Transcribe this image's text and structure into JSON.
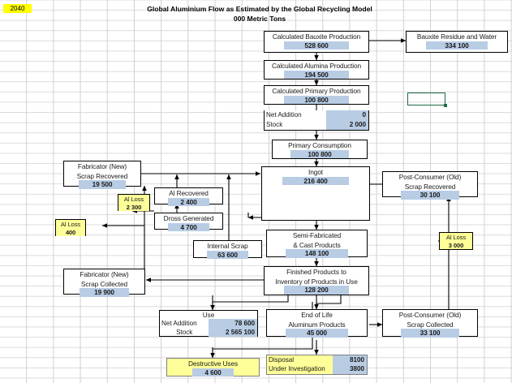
{
  "header": {
    "year": "2040",
    "title_line1": "Global Aluminium Flow as Estimated by the Global Recycling Model",
    "title_line2": "000 Metric Tons"
  },
  "colors": {
    "value_cell": "#b8cce4",
    "loss_cell": "#ffff99",
    "year_cell": "#ffff00",
    "selection_border": "#1f6b45",
    "box_border": "#000000"
  },
  "chart_data": {
    "type": "diagram",
    "title": "Global Aluminium Flow as Estimated by the Global Recycling Model",
    "subtitle": "000 Metric Tons",
    "units": "000 Metric Tons",
    "year": "2040",
    "nodes": [
      {
        "id": "bauxite_production",
        "label": "Calculated Bauxite Production",
        "value": "528 600"
      },
      {
        "id": "bauxite_residue",
        "label": "Bauxite Residue and Water",
        "value": "334 100"
      },
      {
        "id": "alumina_production",
        "label": "Calculated Alumina Production",
        "value": "194 500"
      },
      {
        "id": "primary_production",
        "label": "Calculated Primary Production",
        "value": "100 800"
      },
      {
        "id": "net_addition_primary",
        "label": "Net Addition",
        "value": "0"
      },
      {
        "id": "stock_primary",
        "label": "Stock",
        "value": "2 000"
      },
      {
        "id": "primary_consumption",
        "label": "Primary Consumption",
        "value": "100 800"
      },
      {
        "id": "ingot",
        "label": "Ingot",
        "value": "216 400"
      },
      {
        "id": "fabricator_new_scrap_recovered",
        "label": "Fabricator (New) Scrap Recovered",
        "line1": "Fabricator (New)",
        "line2": "Scrap Recovered",
        "value": "19 500"
      },
      {
        "id": "al_recovered",
        "label": "Al Recovered",
        "value": "2 400"
      },
      {
        "id": "dross_generated",
        "label": "Dross Generated",
        "value": "4 700"
      },
      {
        "id": "al_loss_dross",
        "label": "Al Loss",
        "value": "2 300"
      },
      {
        "id": "al_loss_fabricator",
        "label": "Al Loss",
        "value": "400"
      },
      {
        "id": "post_consumer_scrap_recovered",
        "label": "Post-Consumer (Old) Scrap Recovered",
        "line1": "Post-Consumer (Old)",
        "line2": "Scrap Recovered",
        "value": "30 100"
      },
      {
        "id": "al_loss_post_consumer",
        "label": "Al Loss",
        "value": "3 000"
      },
      {
        "id": "semi_fabricated",
        "label": "Semi-Fabricated & Cast Products",
        "line1": "Semi-Fabricated",
        "line2": "& Cast Products",
        "value": "148 100"
      },
      {
        "id": "internal_scrap",
        "label": "Internal Scrap",
        "value": "63 600"
      },
      {
        "id": "fabricator_new_scrap_collected",
        "label": "Fabricator (New) Scrap Collected",
        "line1": "Fabricator (New)",
        "line2": "Scrap Collected",
        "value": "19 900"
      },
      {
        "id": "finished_products",
        "label": "Finished Products to Inventory of Products in Use",
        "line1": "Finished Products to",
        "line2": "Inventory of Products in Use",
        "value": "128 200"
      },
      {
        "id": "use",
        "label": "Use",
        "net_addition_label": "Net Addition",
        "net_addition_value": "78 600",
        "stock_label": "Stock",
        "stock_value": "2 565 100"
      },
      {
        "id": "end_of_life",
        "label": "End of Life Aluminum Products",
        "line1": "End of Life",
        "line2": "Aluminum Products",
        "value": "45 000"
      },
      {
        "id": "post_consumer_scrap_collected",
        "label": "Post-Consumer (Old) Scrap Collected",
        "line1": "Post-Consumer (Old)",
        "line2": "Scrap Collected",
        "value": "33 100"
      },
      {
        "id": "destructive_uses",
        "label": "Destructive Uses",
        "value": "4 600"
      },
      {
        "id": "disposal",
        "label": "Disposal",
        "value": "8100"
      },
      {
        "id": "under_investigation",
        "label": "Under Investigation",
        "value": "3800"
      }
    ],
    "edges": [
      {
        "from": "bauxite_production",
        "to": "bauxite_residue"
      },
      {
        "from": "bauxite_production",
        "to": "alumina_production"
      },
      {
        "from": "alumina_production",
        "to": "primary_production"
      },
      {
        "from": "primary_production",
        "to": "primary_consumption"
      },
      {
        "from": "primary_consumption",
        "to": "ingot"
      },
      {
        "from": "fabricator_new_scrap_recovered",
        "to": "ingot"
      },
      {
        "from": "al_recovered",
        "to": "ingot"
      },
      {
        "from": "internal_scrap",
        "to": "ingot"
      },
      {
        "from": "post_consumer_scrap_recovered",
        "to": "ingot"
      },
      {
        "from": "ingot",
        "to": "semi_fabricated"
      },
      {
        "from": "semi_fabricated",
        "to": "finished_products"
      },
      {
        "from": "semi_fabricated",
        "to": "internal_scrap"
      },
      {
        "from": "ingot",
        "to": "dross_generated"
      },
      {
        "from": "dross_generated",
        "to": "al_recovered"
      },
      {
        "from": "dross_generated",
        "to": "al_loss_dross"
      },
      {
        "from": "fabricator_new_scrap_collected",
        "to": "fabricator_new_scrap_recovered"
      },
      {
        "from": "fabricator_new_scrap_collected",
        "to": "al_loss_fabricator"
      },
      {
        "from": "finished_products",
        "to": "fabricator_new_scrap_collected"
      },
      {
        "from": "finished_products",
        "to": "use"
      },
      {
        "from": "finished_products",
        "to": "end_of_life"
      },
      {
        "from": "use",
        "to": "destructive_uses"
      },
      {
        "from": "end_of_life",
        "to": "disposal"
      },
      {
        "from": "end_of_life",
        "to": "post_consumer_scrap_collected"
      },
      {
        "from": "post_consumer_scrap_collected",
        "to": "post_consumer_scrap_recovered"
      },
      {
        "from": "post_consumer_scrap_collected",
        "to": "al_loss_post_consumer"
      }
    ]
  }
}
